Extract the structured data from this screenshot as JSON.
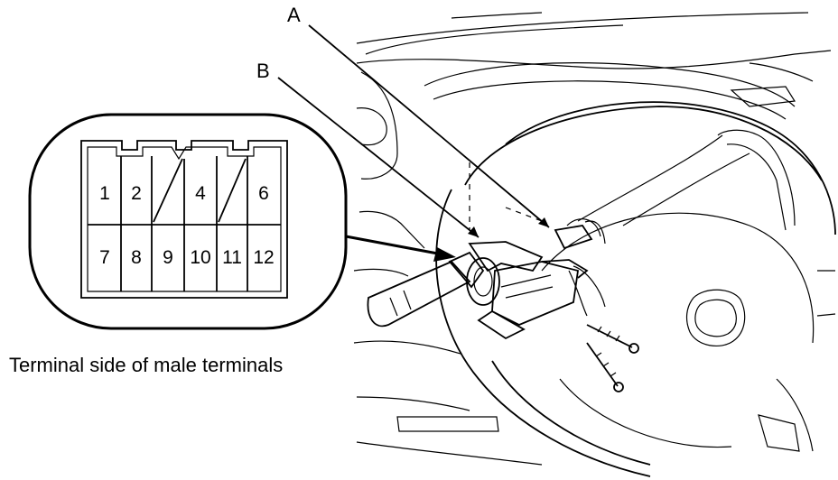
{
  "callouts": {
    "a": "A",
    "b": "B"
  },
  "connector": {
    "top_row": [
      "1",
      "2",
      "",
      "4",
      "",
      "6"
    ],
    "bottom_row": [
      "7",
      "8",
      "9",
      "10",
      "11",
      "12"
    ],
    "blank_positions": [
      "3",
      "5"
    ]
  },
  "caption": "Terminal side of male terminals"
}
